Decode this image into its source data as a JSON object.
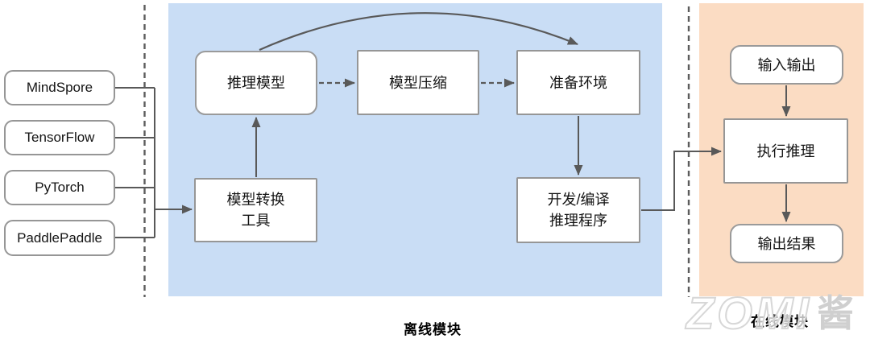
{
  "frameworks": [
    {
      "label": "MindSpore"
    },
    {
      "label": "TensorFlow"
    },
    {
      "label": "PyTorch"
    },
    {
      "label": "PaddlePaddle"
    }
  ],
  "offline": {
    "region_label": "离线模块",
    "inference_model": "推理模型",
    "model_compression": "模型压缩",
    "prepare_env": "准备环境",
    "converter": {
      "line1": "模型转换",
      "line2": "工具"
    },
    "develop": {
      "line1": "开发/编译",
      "line2": "推理程序"
    }
  },
  "online": {
    "region_label": "在线模块",
    "input_output": "输入输出",
    "execute_inference": "执行推理",
    "output_result": "输出结果"
  },
  "watermark": {
    "latin": "ZOMI",
    "cjk": "酱"
  },
  "colors": {
    "offline_bg": "#c9ddf5",
    "online_bg": "#fbdcc3",
    "node_border": "#969696",
    "arrow": "#595959"
  }
}
